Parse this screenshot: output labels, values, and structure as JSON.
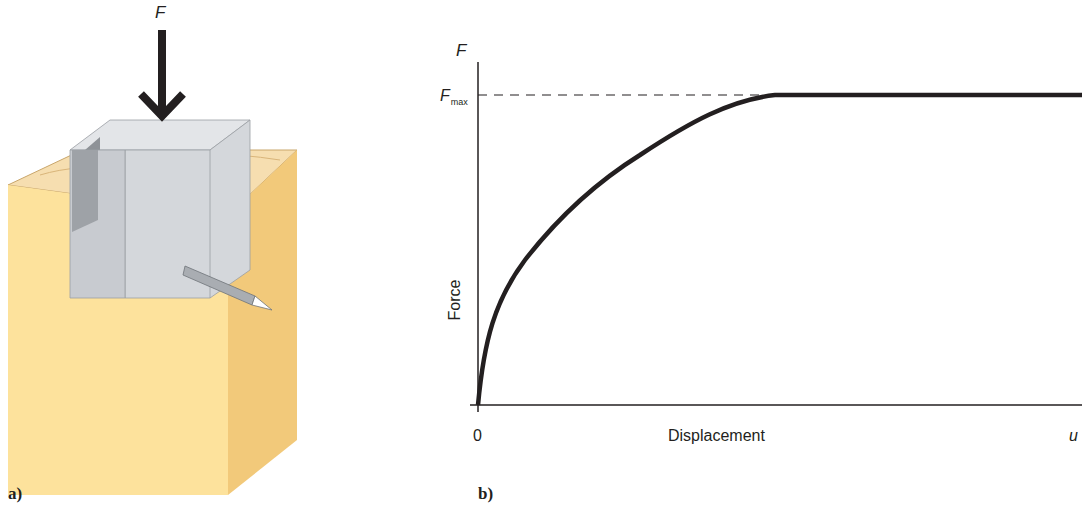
{
  "diagram": {
    "labels": [
      "F",
      "a)",
      "b)",
      "F",
      "F",
      "max",
      "Force",
      "0",
      "Displacement",
      "u"
    ]
  }
}
